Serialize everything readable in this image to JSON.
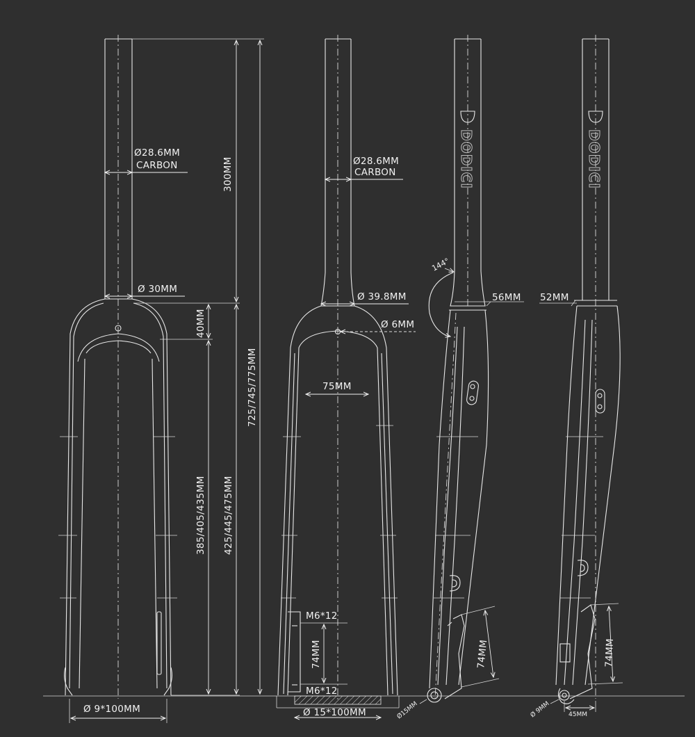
{
  "colors": {
    "background": "#2f2f2f",
    "lines": "#e9e9e9"
  },
  "front_view": {
    "steerer_diameter": "Ø28.6MM",
    "steerer_material": "CARBON",
    "steerer_length": "300MM",
    "crown_race": "Ø 30MM",
    "crown_height": "40MM",
    "axle_to_crown": "385/405/435MM",
    "axle_to_crown_top": "425/445/475MM",
    "total_length": "725/745/775MM",
    "axle_spacing": "Ø 9*100MM"
  },
  "front_view_thru_axle": {
    "steerer_diameter": "Ø28.6MM",
    "steerer_material": "CARBON",
    "crown_diameter": "Ø 39.8MM",
    "brake_hole": "Ø 6MM",
    "tire_clearance": "75MM",
    "mount_top": "M6*12",
    "mount_spacing": "74MM",
    "mount_bottom": "M6*12",
    "axle_spacing": "Ø 15*100MM"
  },
  "side_view_thru_axle": {
    "brand": "DODICI",
    "head_angle": "144°",
    "crown_width": "56MM",
    "mount_spacing": "74MM",
    "axle": "Ø15MM"
  },
  "side_view_qr": {
    "brand": "DODICI",
    "crown_width": "52MM",
    "mount_spacing": "74MM",
    "axle": "Ø 9MM",
    "rake": "45MM"
  }
}
